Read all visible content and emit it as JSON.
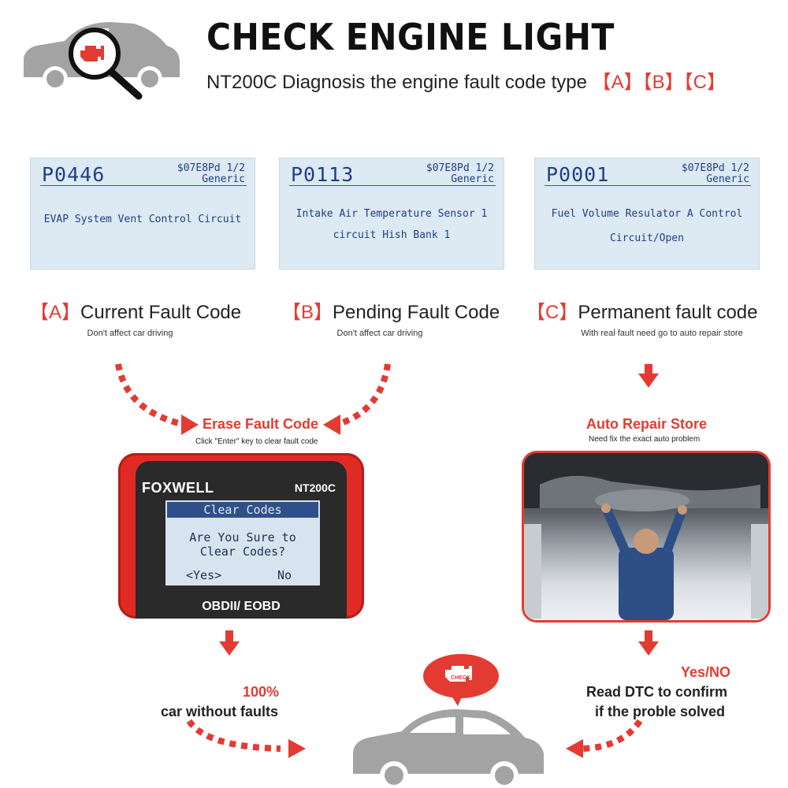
{
  "header": {
    "title": "CHECK ENGINE LIGHT",
    "subtitle_text": "NT200C Diagnosis the engine fault code type",
    "subtitle_tags": "【A】【B】【C】"
  },
  "screens": [
    {
      "code": "P0446",
      "meta_line1": "$07E8Pd 1/2",
      "meta_line2": "Generic",
      "desc_line1": "EVAP System Vent Control Circuit",
      "desc_line2": ""
    },
    {
      "code": "P0113",
      "meta_line1": "$07E8Pd 1/2",
      "meta_line2": "Generic",
      "desc_line1": "Intake Air Temperature Sensor 1",
      "desc_line2": "circuit Hish Bank 1"
    },
    {
      "code": "P0001",
      "meta_line1": "$07E8Pd 1/2",
      "meta_line2": "Generic",
      "desc_line1": "Fuel Volume Resulator A Control",
      "desc_line2": "Circuit/Open"
    }
  ],
  "faults": [
    {
      "tag": "【A】",
      "label": "Current Fault Code",
      "note": "Don't affect car driving"
    },
    {
      "tag": "【B】",
      "label": "Pending Fault Code",
      "note": "Don't affect car driving"
    },
    {
      "tag": "【C】",
      "label": "Permanent fault code",
      "note": "With real fault need go to auto repair store"
    }
  ],
  "erase": {
    "title": "Erase Fault Code",
    "note": "Click \"Enter\" key to clear fault code"
  },
  "repair": {
    "title": "Auto Repair Store",
    "note": "Need fix the exact auto problem"
  },
  "device": {
    "brand": "FOXWELL",
    "model": "NT200C",
    "screen_title": "Clear Codes",
    "question_line1": "Are You Sure to",
    "question_line2": "Clear Codes?",
    "yes": "<Yes>",
    "no": "No",
    "footer": "OBDII/ EOBD"
  },
  "outcome_left": {
    "percent": "100%",
    "text": "car without faults"
  },
  "outcome_right": {
    "yesno": "Yes/NO",
    "line1": "Read DTC to confirm",
    "line2": "if the proble solved"
  },
  "check_badge": "CHECK",
  "colors": {
    "accent": "#e33b32",
    "lcd_bg": "#dde9f3",
    "lcd_text": "#1f3f82",
    "car_gray": "#a3a3a3"
  }
}
